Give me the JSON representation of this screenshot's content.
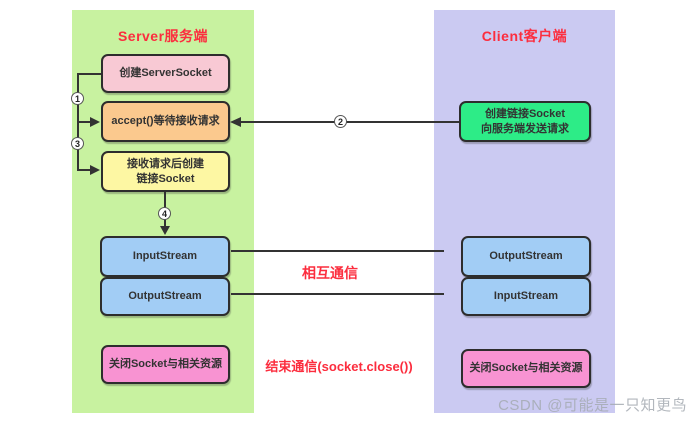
{
  "diagram": {
    "server": {
      "title": "Server服务端",
      "box_create_serversocket": "创建ServerSocket",
      "box_accept": "accept()等待接收请求",
      "box_create_socket_line1": "接收请求后创建",
      "box_create_socket_line2": "链接Socket",
      "box_input_stream": "InputStream",
      "box_output_stream": "OutputStream",
      "box_close": "关闭Socket与相关资源"
    },
    "client": {
      "title": "Client客户端",
      "box_create_socket_line1": "创建链接Socket",
      "box_create_socket_line2": "向服务端发送请求",
      "box_output_stream": "OutputStream",
      "box_input_stream": "InputStream",
      "box_close": "关闭Socket与相关资源"
    },
    "annotations": {
      "mutual_communication": "相互通信",
      "end_communication": "结束通信(socket.close())"
    },
    "steps": {
      "s1": "1",
      "s2": "2",
      "s3": "3",
      "s4": "4"
    },
    "watermark": "CSDN @可能是一只知更鸟",
    "colors": {
      "server_panel_bg": "#c8f2a0",
      "client_panel_bg": "#cbcaf2",
      "pink_box": "#f8c9d4",
      "orange_box": "#fbc98e",
      "yellow_box": "#fdf7a3",
      "blue_box": "#a2cdf5",
      "green_box": "#2dec87",
      "hotpink_box": "#f893d2",
      "accent_red": "#fc2d3e",
      "line_color": "#333333"
    }
  }
}
